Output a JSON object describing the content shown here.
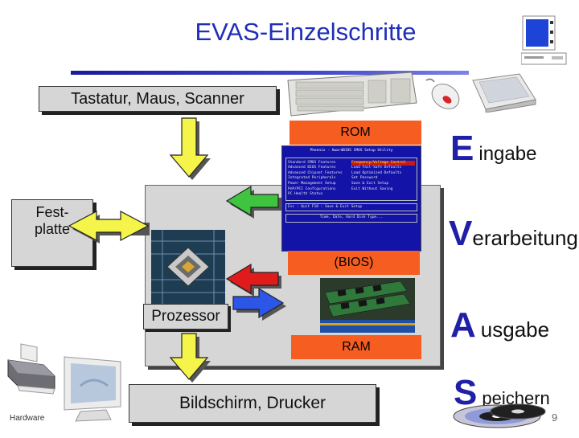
{
  "slide": {
    "title": "EVAS-Einzelschritte",
    "footer_left": "Hardware",
    "page_number": "9"
  },
  "boxes": {
    "input": "Tastatur, Maus, Scanner",
    "disk": "Fest-\nplatte",
    "processor": "Prozessor",
    "output": "Bildschirm, Drucker"
  },
  "labels": {
    "rom": "ROM",
    "bios": "(BIOS)",
    "ram": "RAM"
  },
  "evas": [
    {
      "letter": "E",
      "rest": "ingabe"
    },
    {
      "letter": "V",
      "rest": "erarbeitung"
    },
    {
      "letter": "A",
      "rest": "usgabe"
    },
    {
      "letter": "S",
      "rest": "peichern"
    }
  ],
  "bios_screen": {
    "header": "Phoenix - AwardBIOS CMOS Setup Utility",
    "left_items": [
      "Standard CMOS Features",
      "Advanced BIOS Features",
      "Advanced Chipset Features",
      "Integrated Peripherals",
      "Power Management Setup",
      "PnP/PCI Configurations",
      "PC Health Status"
    ],
    "right_items": [
      "Frequency/Voltage Control",
      "Load Fail-Safe Defaults",
      "Load Optimized Defaults",
      "Set Password",
      "Save & Exit Setup",
      "Exit Without Saving"
    ],
    "footer_keys": "Esc : Quit      F10 : Save & Exit Setup",
    "footer_desc": "Time, Date, Hard Disk Type..."
  },
  "colors": {
    "title_blue": "#1f2fb8",
    "arrow_yellow": "#f4f44a",
    "arrow_green": "#3fc43f",
    "arrow_red": "#e01b1b",
    "arrow_blue": "#2b56e8",
    "orange_label": "#f65d20",
    "bios_blue": "#1313a8"
  }
}
